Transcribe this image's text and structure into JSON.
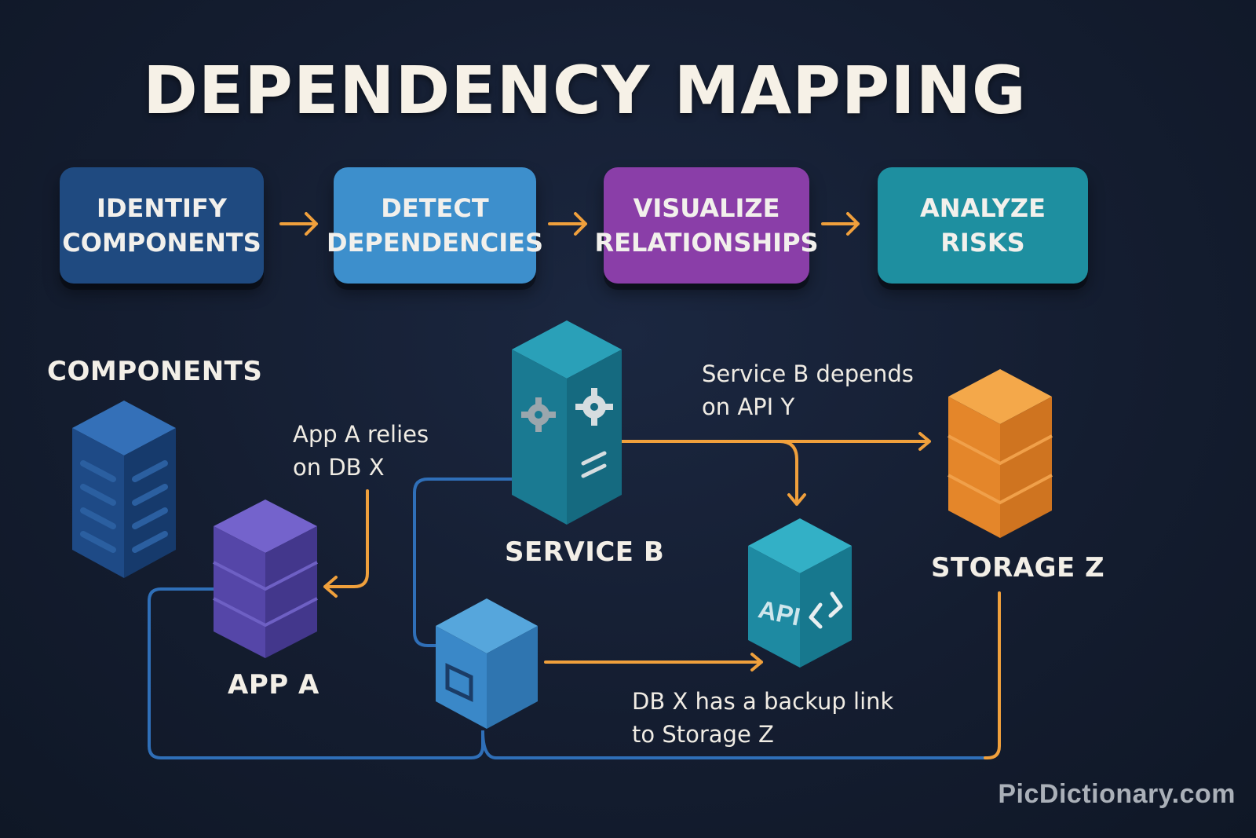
{
  "title": "DEPENDENCY MAPPING",
  "steps": [
    {
      "text": "IDENTIFY\nCOMPONENTS",
      "color": "#1f4a80"
    },
    {
      "text": "DETECT\nDEPENDENCIES",
      "color": "#3d8fcc"
    },
    {
      "text": "VISUALIZE\nRELATIONSHIPS",
      "color": "#8a3ea8"
    },
    {
      "text": "ANALYZE\nRISKS",
      "color": "#1e8fa0"
    }
  ],
  "labels": {
    "components": "COMPONENTS",
    "app_a": "APP A",
    "service_b": "SERVICE B",
    "storage_z": "STORAGE Z",
    "api_text": "API"
  },
  "annotations": {
    "app_relies": "App A relies\non DB X",
    "service_depends": "Service B depends\non API Y",
    "db_backup": "DB X has a backup link\nto Storage Z"
  },
  "icons": {
    "server": "server-stack-icon",
    "app": "database-stack-icon",
    "service": "gear-icon",
    "api": "code-brackets-icon",
    "db": "window-icon",
    "storage": "database-stack-icon"
  },
  "colors": {
    "arrow": "#f0a03c",
    "connector": "#2f6fb8",
    "server": "#1f4a85",
    "app": "#5b4cb0",
    "service": "#1a8aa0",
    "api": "#1e93ab",
    "db": "#3a88c8",
    "storage": "#e8892a"
  },
  "watermark": "PicDictionary.com"
}
